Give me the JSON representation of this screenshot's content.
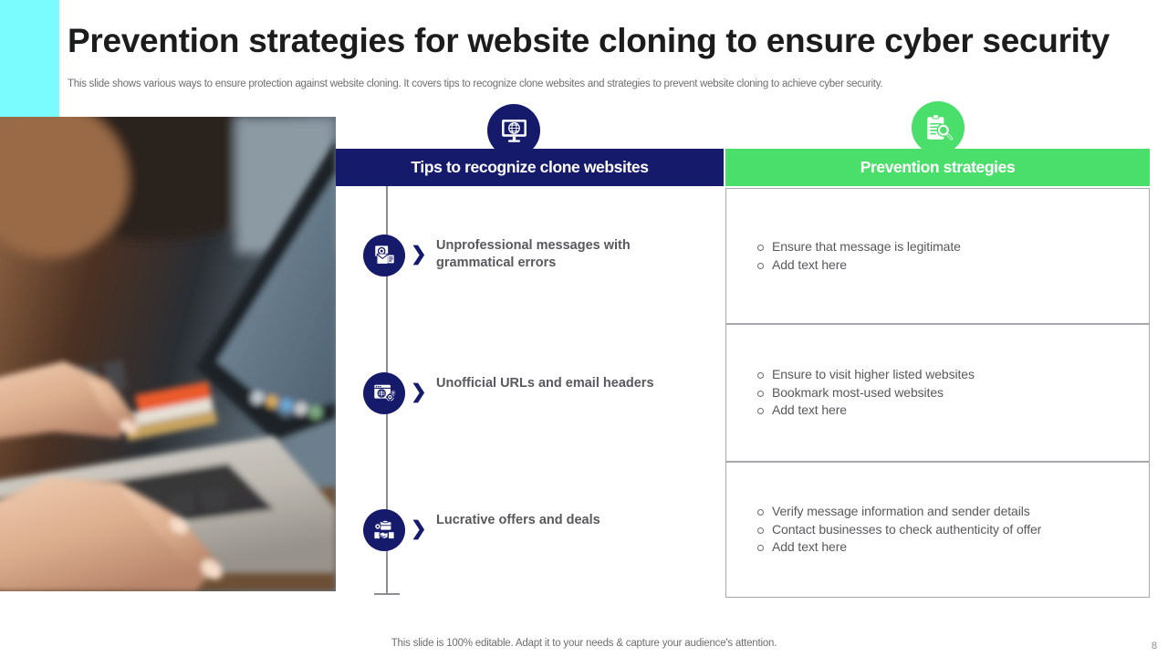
{
  "slide": {
    "title": "Prevention strategies for website cloning to ensure cyber security",
    "subtitle": "This slide shows various ways to ensure protection against website cloning. It covers tips to recognize clone websites and strategies to prevent website cloning to achieve cyber security.",
    "footer_note": "This slide is 100% editable. Adapt it to your needs & capture your audience's attention.",
    "page_number": "8"
  },
  "colors": {
    "navy": "#161a6b",
    "green": "#4ade6b",
    "cyan_accent": "#7afcff",
    "body_text": "#58585e",
    "muted_text": "#6e6e6e"
  },
  "media": {
    "photo_alt": "hands-typing-on-laptop-photo"
  },
  "badges": {
    "left_icon": "monitor-globe-icon",
    "right_icon": "clipboard-magnifier-icon"
  },
  "columns": {
    "left": {
      "header": "Tips to recognize clone websites",
      "items": [
        {
          "icon": "email-document-warning-icon",
          "chevron": "❯",
          "label": "Unprofessional messages with grammatical errors"
        },
        {
          "icon": "browser-globe-gears-icon",
          "chevron": "❯",
          "label": "Unofficial URLs and email headers"
        },
        {
          "icon": "briefcase-handshake-icon",
          "chevron": "❯",
          "label": "Lucrative offers and deals"
        }
      ]
    },
    "right": {
      "header": "Prevention strategies",
      "cells": [
        {
          "bullets": [
            "Ensure that message is legitimate",
            "Add text here"
          ]
        },
        {
          "bullets": [
            "Ensure to visit higher listed websites",
            "Bookmark most-used websites",
            "Add text here"
          ]
        },
        {
          "bullets": [
            "Verify message information and sender details",
            "Contact businesses to check authenticity of offer",
            "Add text here"
          ]
        }
      ]
    }
  }
}
